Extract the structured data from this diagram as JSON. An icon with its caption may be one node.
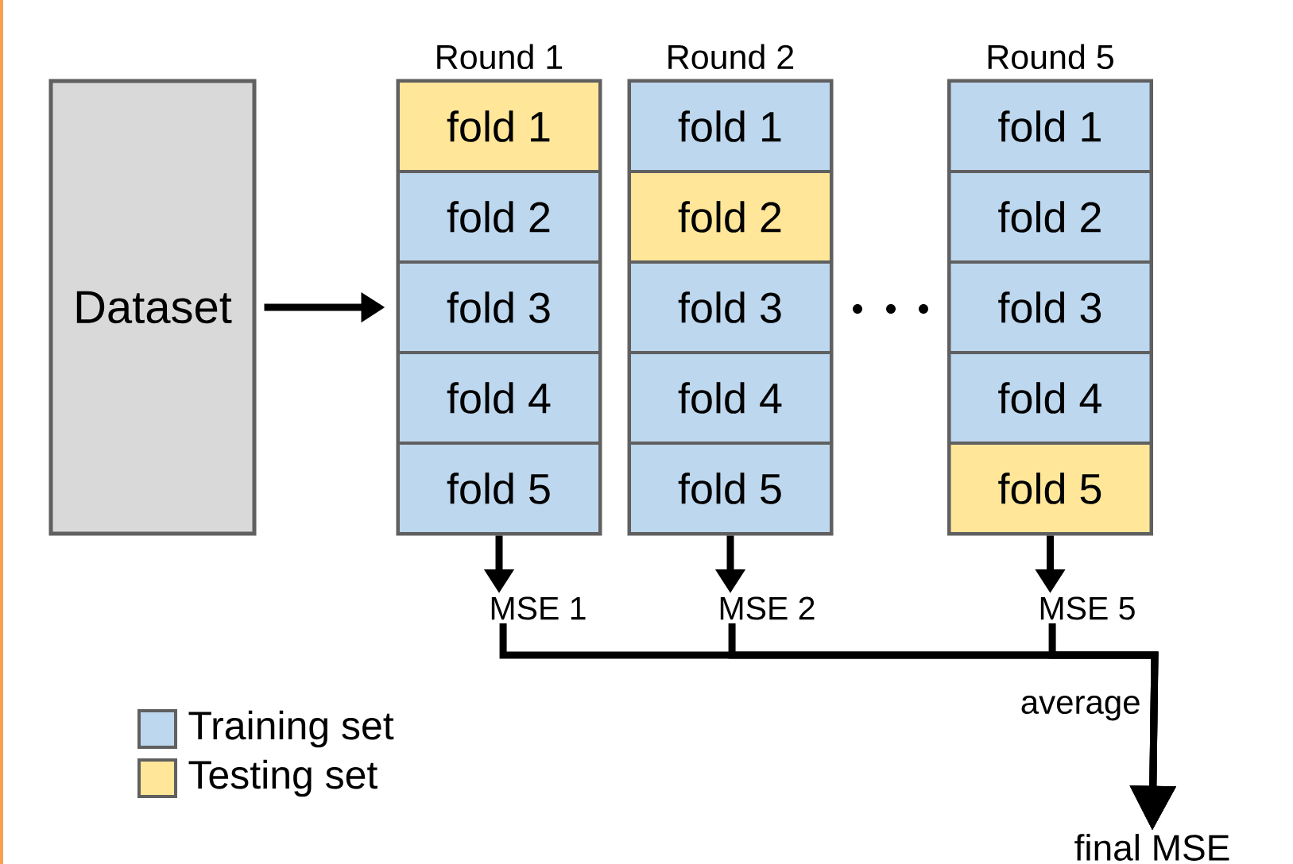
{
  "diagram": {
    "nodes": [
      {
        "text": [
          "Dataset"
        ]
      },
      {
        "text": [
          "Round 1"
        ]
      },
      {
        "text": [
          "fold 1"
        ],
        "in": 1
      },
      {
        "text": [
          "fold 2"
        ],
        "in": 1
      },
      {
        "text": [
          "fold 3"
        ],
        "in": 1
      },
      {
        "text": [
          "fold 4"
        ],
        "in": 1
      },
      {
        "text": [
          "fold 5"
        ],
        "in": 1
      },
      {
        "text": [
          "Round 2"
        ]
      },
      {
        "text": [
          "fold 1"
        ],
        "in": 7
      },
      {
        "text": [
          "fold 2"
        ],
        "in": 7
      },
      {
        "text": [
          "fold 3"
        ],
        "in": 7
      },
      {
        "text": [
          "fold 4"
        ],
        "in": 7
      },
      {
        "text": [
          "fold 5"
        ],
        "in": 7
      },
      {
        "text": [
          "Round 5"
        ]
      },
      {
        "text": [
          "fold 1"
        ],
        "in": 13
      },
      {
        "text": [
          "fold 2"
        ],
        "in": 13
      },
      {
        "text": [
          "fold 3"
        ],
        "in": 13
      },
      {
        "text": [
          "fold 4"
        ],
        "in": 13
      },
      {
        "text": [
          "fold 5"
        ],
        "in": 13
      },
      {
        "text": [
          "MSE 1"
        ]
      },
      {
        "text": [
          "MSE 2"
        ]
      },
      {
        "text": [
          "MSE 5"
        ]
      },
      {
        "text": [
          "final MSE"
        ]
      }
    ],
    "edges": [
      {
        "from": 0,
        "to": 1,
        "arrow": "to"
      },
      {
        "from": 1,
        "to": 19,
        "arrow": "to"
      },
      {
        "from": 7,
        "to": 20,
        "arrow": "to"
      },
      {
        "from": 13,
        "to": 21,
        "arrow": "to"
      },
      {
        "from": 19,
        "to": 22,
        "arrow": "to"
      },
      {
        "from": 20,
        "to": 22,
        "arrow": "to"
      },
      {
        "from": 21,
        "to": 22,
        "arrow": "to",
        "label": "average"
      }
    ],
    "legend": [
      {
        "text": "Training set",
        "color": "#bdd7ee"
      },
      {
        "text": "Testing set",
        "color": "#ffe699"
      }
    ]
  }
}
